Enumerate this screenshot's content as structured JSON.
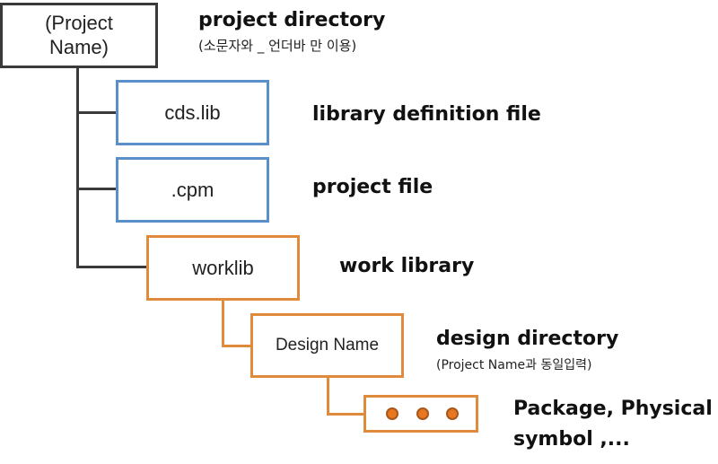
{
  "colors": {
    "root_border": "#3a3a3a",
    "blue_border": "#5b8fc9",
    "orange_border": "#e08a3c",
    "connector_dark": "#3a3a3a",
    "dot_fill": "#e87722"
  },
  "root": {
    "box_text_line1": "(Project",
    "box_text_line2": "Name)",
    "label": "project directory",
    "sublabel": "(소문자와 _ 언더바 만 이용)"
  },
  "cdslib": {
    "box_text": "cds.lib",
    "label": "library definition file"
  },
  "cpm": {
    "box_text": ".cpm",
    "label": "project file"
  },
  "worklib": {
    "box_text": "worklib",
    "label": "work library"
  },
  "design": {
    "box_text": "Design Name",
    "label": "design directory",
    "sublabel": "(Project Name과 동일입력)"
  },
  "package": {
    "label_line1": "Package, Physical",
    "label_line2": "symbol ,..."
  }
}
